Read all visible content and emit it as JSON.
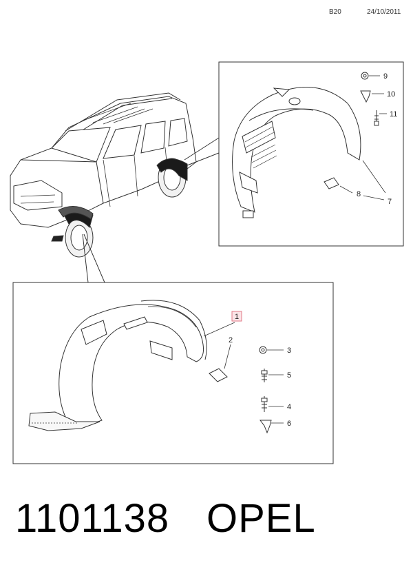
{
  "header": {
    "code": "B20",
    "date": "24/10/2011"
  },
  "callouts_top": [
    "9",
    "10",
    "11",
    "8",
    "7"
  ],
  "callouts_bottom": [
    "1",
    "2",
    "3",
    "5",
    "4",
    "6"
  ],
  "highlight_color": "#e07a87",
  "footer": {
    "part_number": "1101138",
    "brand": "OPEL"
  }
}
